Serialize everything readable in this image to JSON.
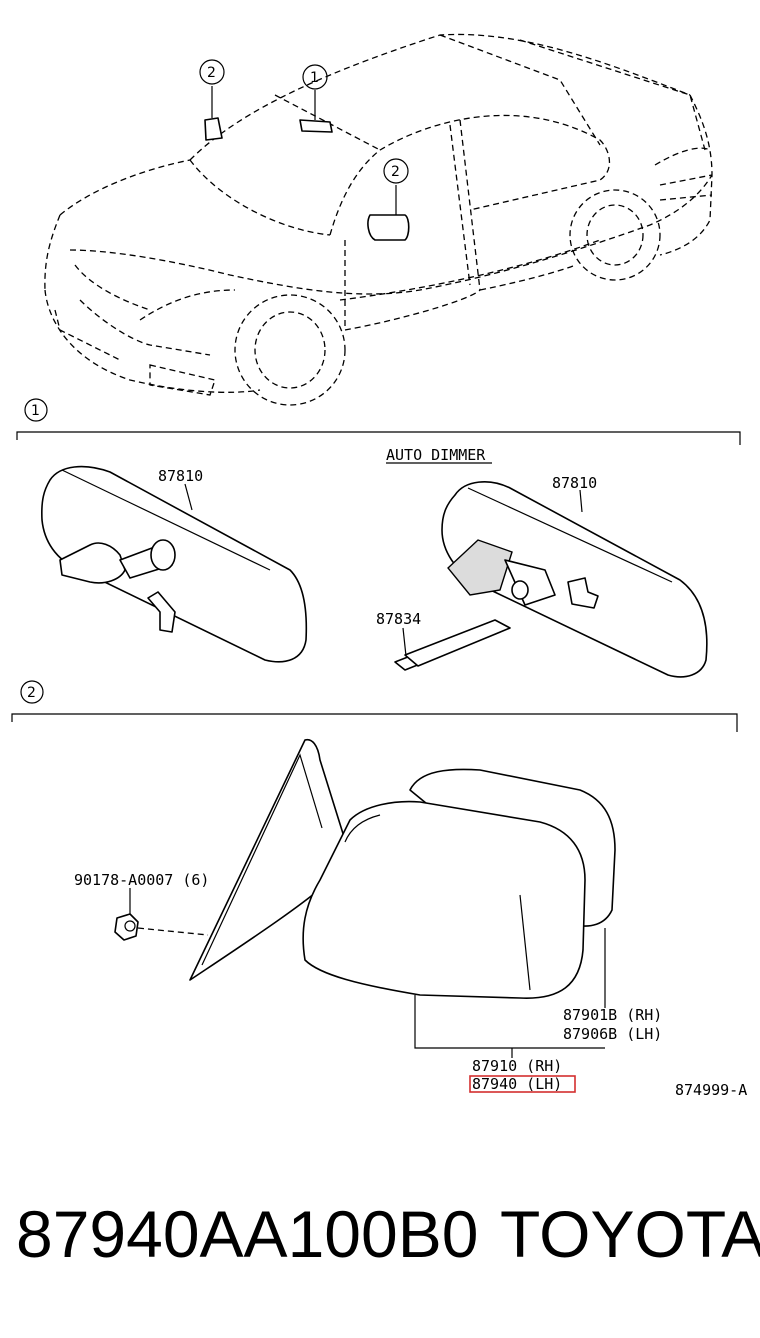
{
  "callouts": [
    "1",
    "2"
  ],
  "section_headers": {
    "sec1": "1",
    "sec2": "2"
  },
  "section1": {
    "note": "AUTO DIMMER",
    "parts": {
      "mirror_left": "87810",
      "mirror_right": "87810",
      "bracket": "87834"
    }
  },
  "section2": {
    "parts": {
      "nut": "90178-A0007 (6)",
      "cover_rh": "87901B (RH)",
      "cover_lh": "87906B (LH)",
      "assy_rh": "87910 (RH)",
      "assy_lh": "87940 (LH)",
      "ref": "874999-A"
    },
    "highlight_color": "#d32f2f"
  },
  "footer": {
    "part_number": "87940AA100B0",
    "brand": "TOYOTA"
  }
}
